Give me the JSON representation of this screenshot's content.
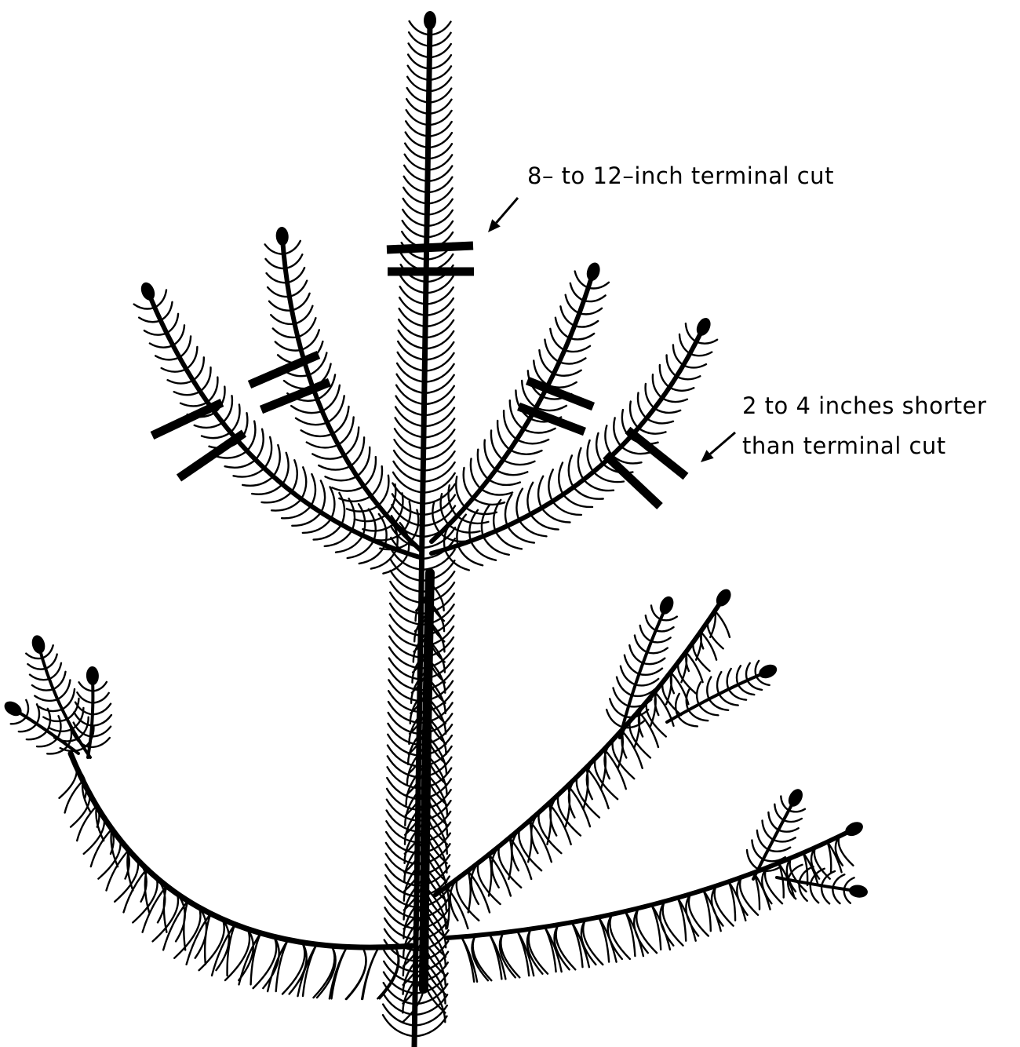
{
  "annotations": {
    "terminal_cut": "8– to 12–inch terminal cut",
    "shorter_line1": "2 to 4 inches shorter",
    "shorter_line2": "than terminal cut"
  },
  "colors": {
    "ink": "#000000",
    "background": "#ffffff"
  }
}
